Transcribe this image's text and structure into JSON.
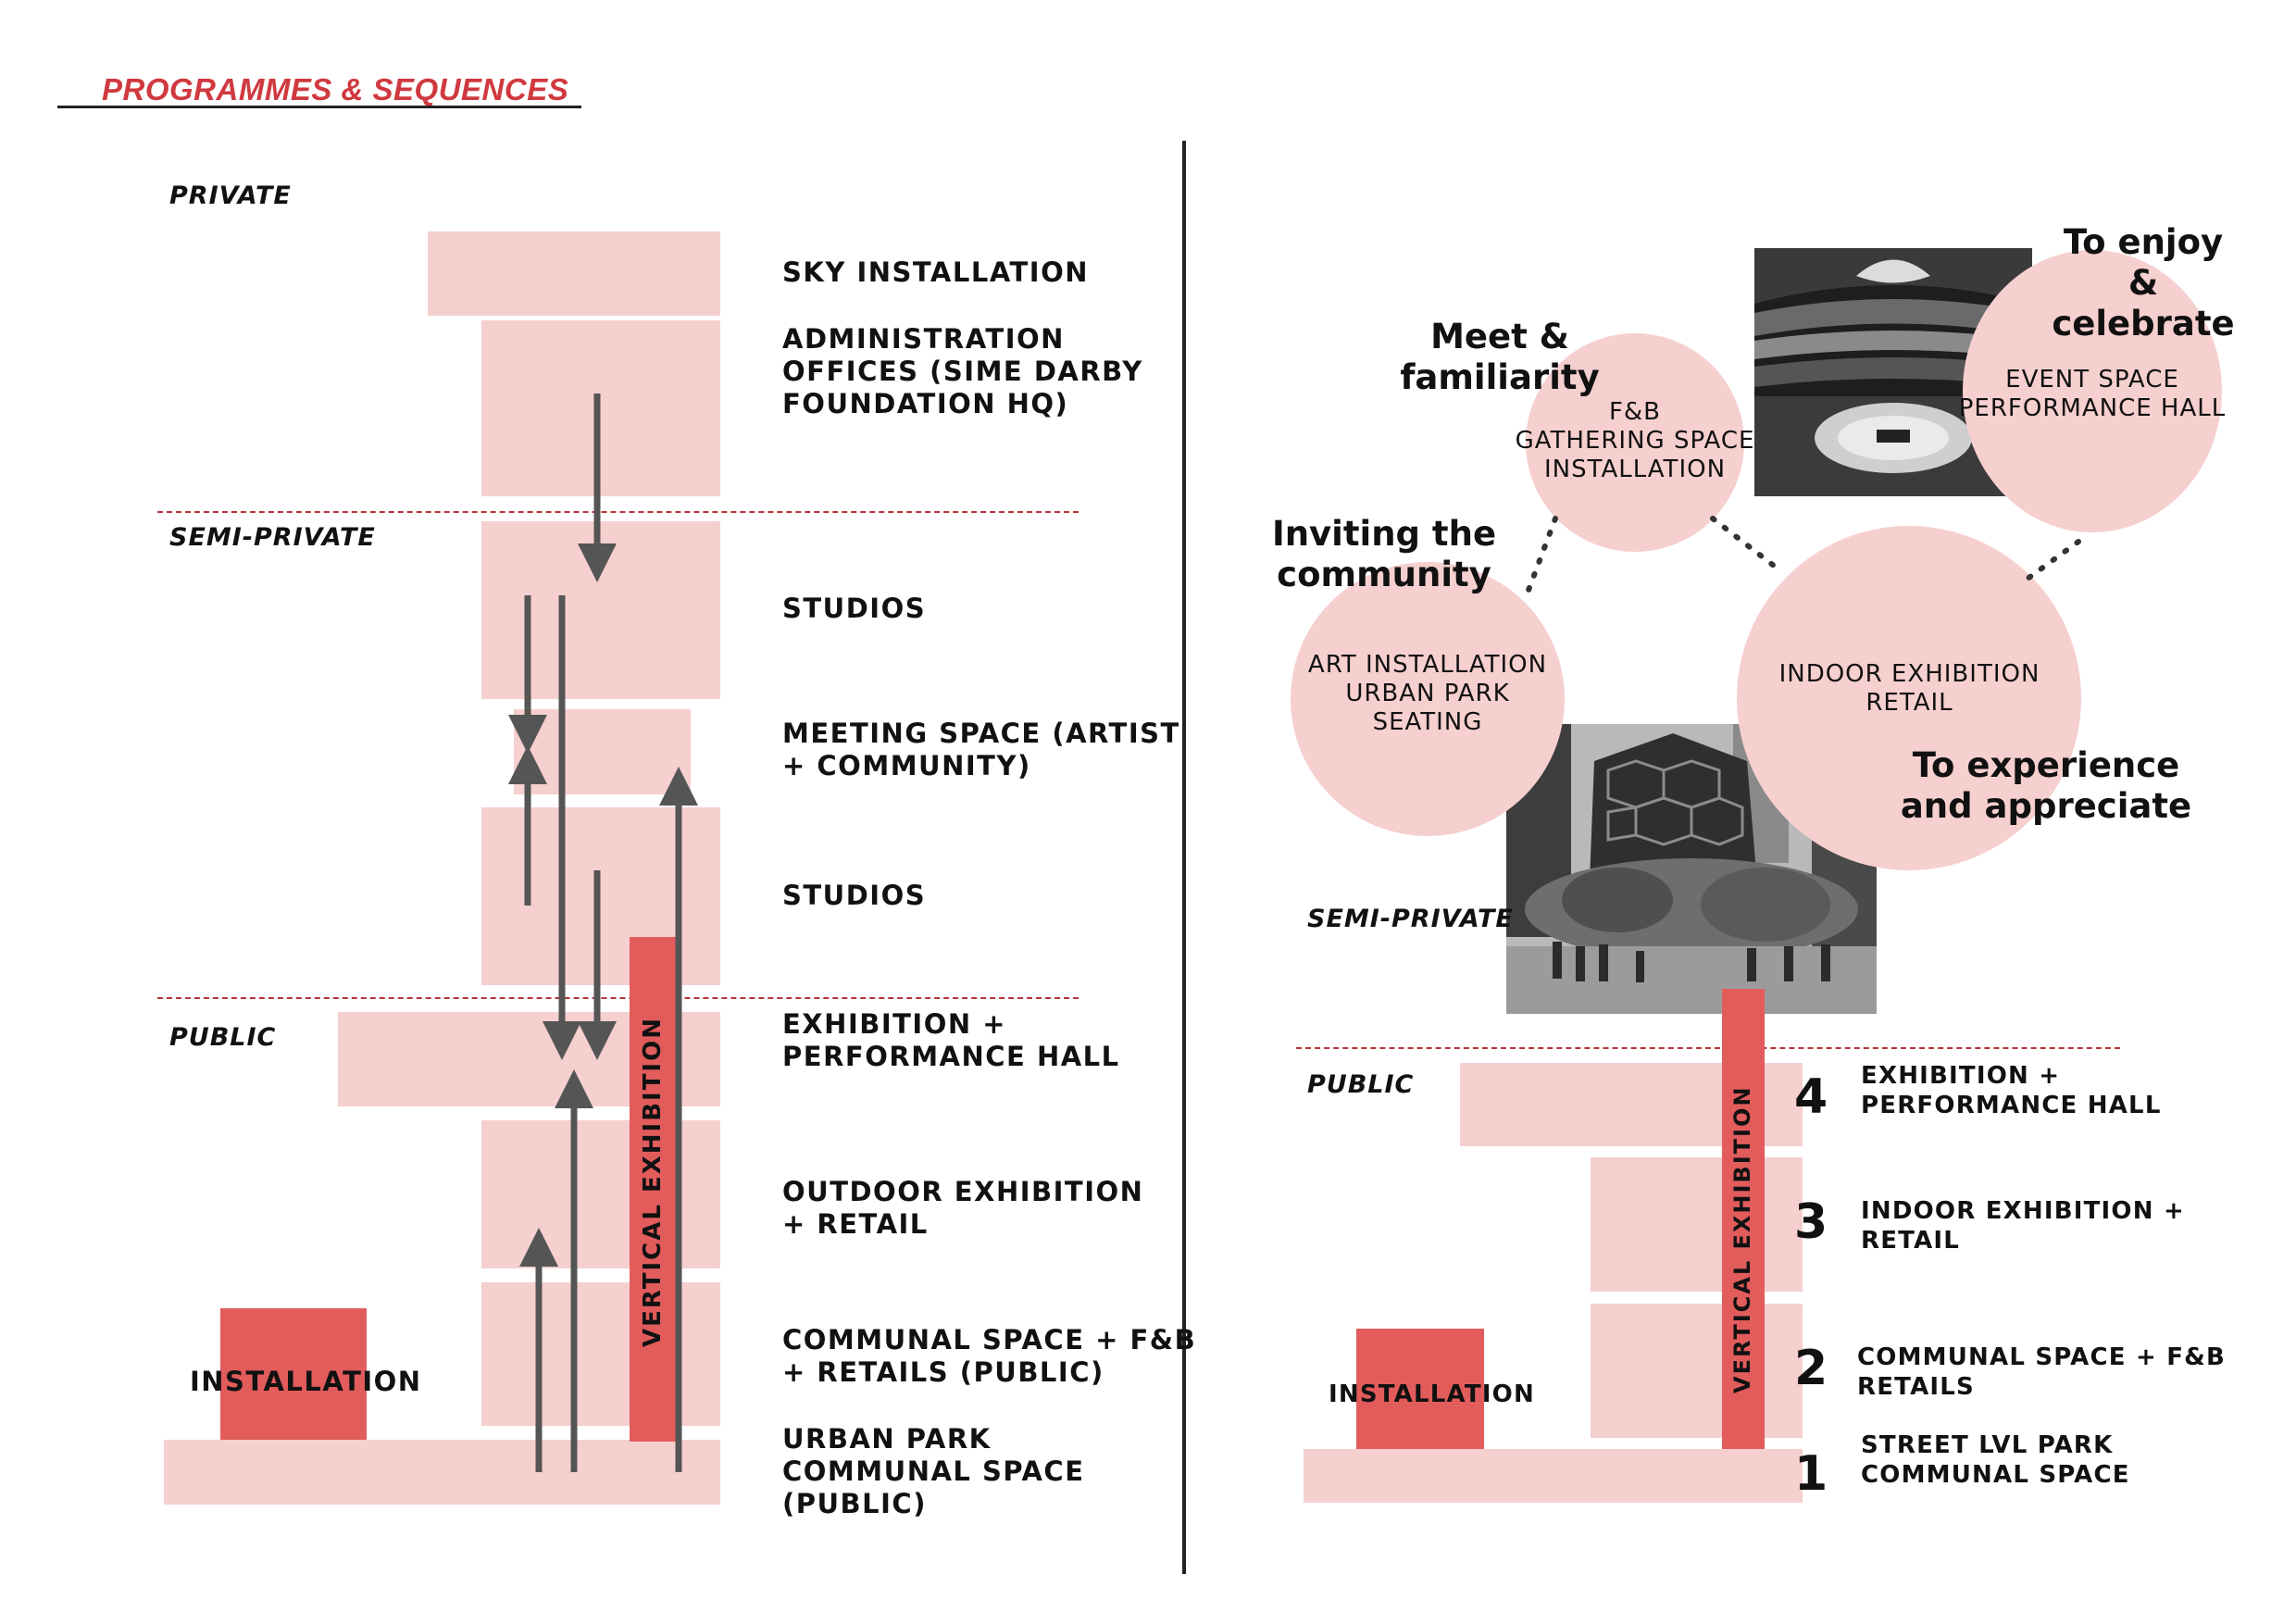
{
  "page_title": "PROGRAMMES & SEQUENCES",
  "left": {
    "zones": {
      "private": "PRIVATE",
      "semi_private": "SEMI-PRIVATE",
      "public": "PUBLIC"
    },
    "labels": {
      "sky_installation": "SKY INSTALLATION",
      "administration": "ADMINISTRATION\nOFFICES (SIME DARBY\nFOUNDATION HQ)",
      "studios_upper": "STUDIOS",
      "meeting_space": "MEETING SPACE (ARTIST\n+ COMMUNITY)",
      "studios_lower": "STUDIOS",
      "exhibition_hall": "EXHIBITION +\nPERFORMANCE HALL",
      "outdoor_exhibition": "OUTDOOR EXHIBITION\n+ RETAIL",
      "communal_space": "COMMUNAL SPACE + F&B\n+ RETAILS (PUBLIC)",
      "urban_park": "URBAN PARK\nCOMMUNAL SPACE\n(PUBLIC)"
    },
    "vertical_exhibition": "VERTICAL EXHIBITION",
    "installation": "INSTALLATION"
  },
  "right": {
    "circles": {
      "fb": "F&B\nGATHERING SPACE\nINSTALLATION",
      "event": "EVENT SPACE\nPERFORMANCE HALL",
      "art": "ART INSTALLATION\nURBAN PARK\nSEATING",
      "indoor": "INDOOR EXHIBITION\nRETAIL"
    },
    "captions": {
      "enjoy": "To enjoy\n&\ncelebrate",
      "meet": "Meet &\nfamiliarity",
      "inviting": "Inviting the\ncommunity",
      "experience": "To experience\nand appreciate"
    },
    "zones": {
      "semi_private": "SEMI-PRIVATE",
      "public": "PUBLIC"
    },
    "levels": [
      {
        "num": "4",
        "label": "EXHIBITION +\nPERFORMANCE HALL"
      },
      {
        "num": "3",
        "label": "INDOOR EXHIBITION +\nRETAIL"
      },
      {
        "num": "2",
        "label": "COMMUNAL SPACE + F&B\nRETAILS"
      },
      {
        "num": "1",
        "label": "STREET LVL PARK\nCOMMUNAL SPACE"
      }
    ],
    "vertical_exhibition": "VERTICAL EXHIBITION",
    "installation": "INSTALLATION"
  },
  "colors": {
    "pink": "#f6cfcf",
    "red": "#e25c5c",
    "title_red": "#d0393f",
    "dashed_line": "#b8323a",
    "arrow": "#555555"
  },
  "images": {
    "concert_hall_photo": "black-and-white photo of concert hall interior",
    "vessel_photo": "black-and-white photo of honeycomb structure plaza with people"
  }
}
